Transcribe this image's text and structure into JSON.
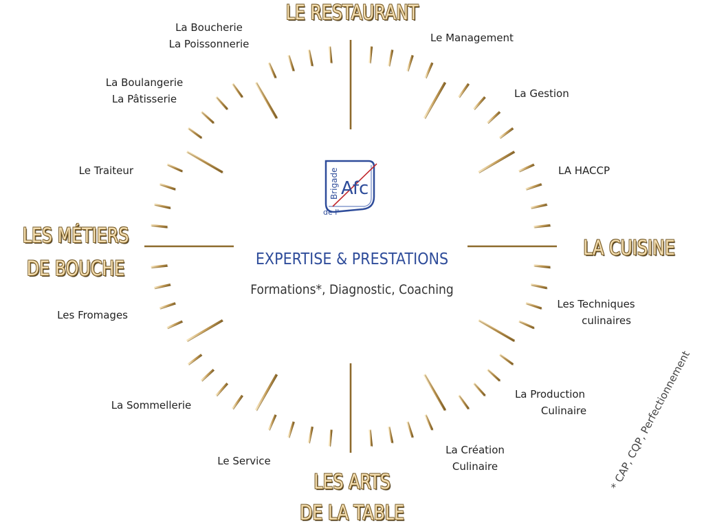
{
  "center": {
    "title": "EXPERTISE & PRESTATIONS",
    "subtitle": "Formations*, Diagnostic, Coaching"
  },
  "logo": {
    "word_brigade": "Brigade",
    "word_de": "de l'",
    "letters": "Afc"
  },
  "sections": {
    "top": "LE RESTAURANT",
    "right": "LA CUISINE",
    "left": [
      "LES MÉTIERS",
      "DE BOUCHE"
    ],
    "bottom": [
      "LES ARTS",
      "DE LA TABLE"
    ]
  },
  "items": {
    "boucherie": [
      "La Boucherie",
      "La Poissonnerie"
    ],
    "boulangerie": [
      "La Boulangerie",
      "La Pâtisserie"
    ],
    "traiteur": "Le Traiteur",
    "fromages": "Les Fromages",
    "sommellerie": "La Sommellerie",
    "service": "Le Service",
    "management": "Le Management",
    "gestion": "La Gestion",
    "haccp": "LA HACCP",
    "techniques": [
      "Les Techniques",
      "culinaires"
    ],
    "production": [
      "La Production",
      "Culinaire"
    ],
    "creation": [
      "La Création",
      "Culinaire"
    ]
  },
  "footnote": "* CAP, CQP, Perfectionnement",
  "colors": {
    "gold_light": "#f6e4b8",
    "gold_dark": "#9c7536",
    "blue": "#2e4c9a",
    "red": "#c0282d"
  }
}
